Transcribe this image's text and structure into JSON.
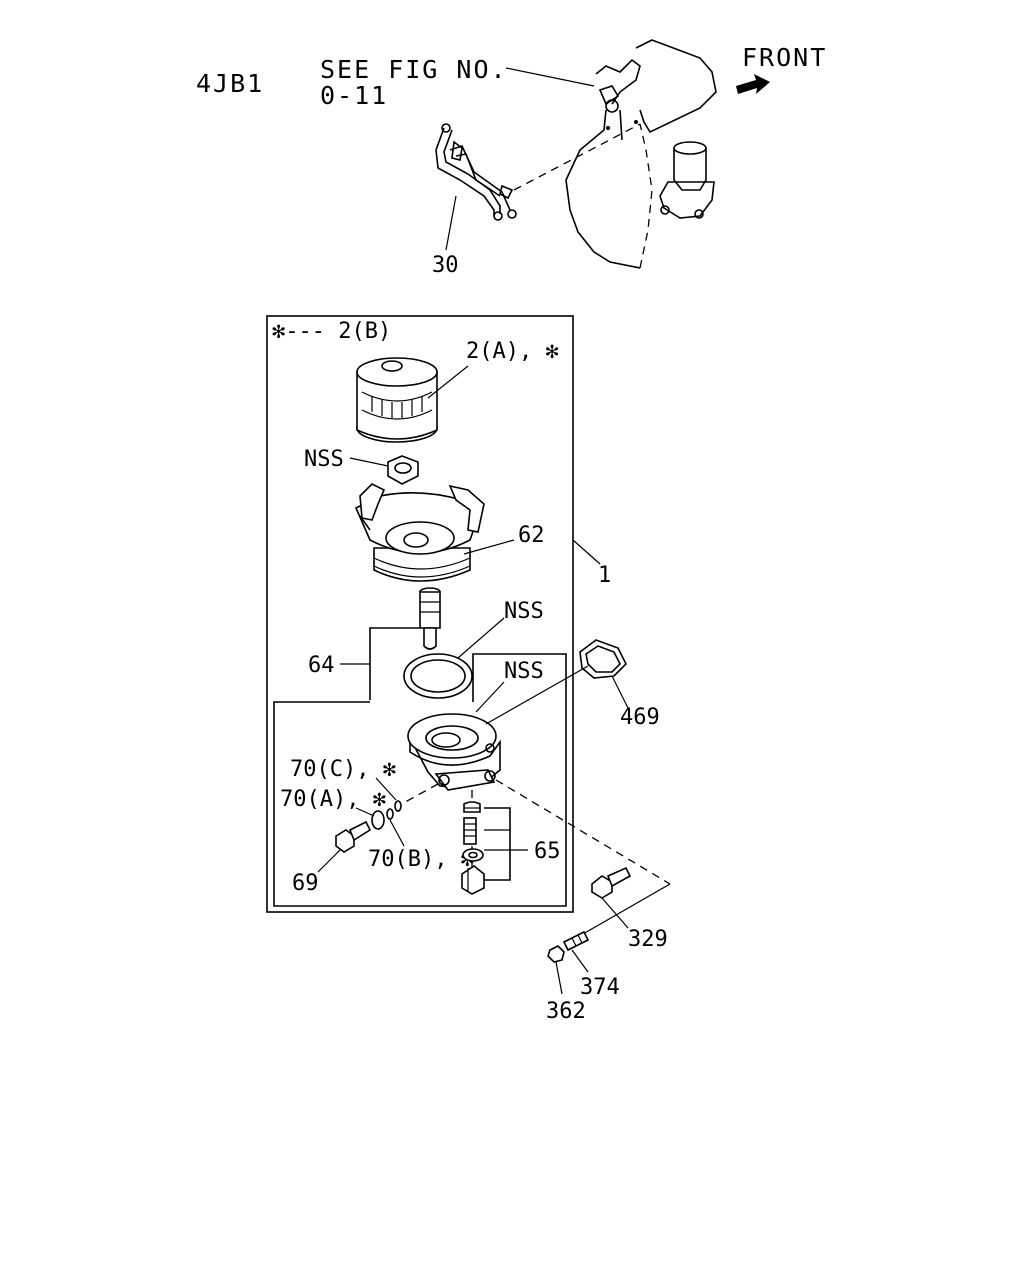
{
  "header": {
    "model": "4JB1",
    "see_fig_line1": "SEE FIG NO.",
    "see_fig_line2": "0-11",
    "front_label": "FRONT"
  },
  "legend_note": "✻--- 2(B)",
  "callouts": {
    "p30": "30",
    "p2a": "2(A), ✻",
    "nss_nut": "NSS",
    "p62": "62",
    "p1": "1",
    "nss_ring": "NSS",
    "p64": "64",
    "nss_adapter": "NSS",
    "p469": "469",
    "p70c": "70(C), ✻",
    "p70a": "70(A), ✻",
    "p70b": "70(B), ✻",
    "p65": "65",
    "p69": "69",
    "p329": "329",
    "p374": "374",
    "p362": "362"
  }
}
